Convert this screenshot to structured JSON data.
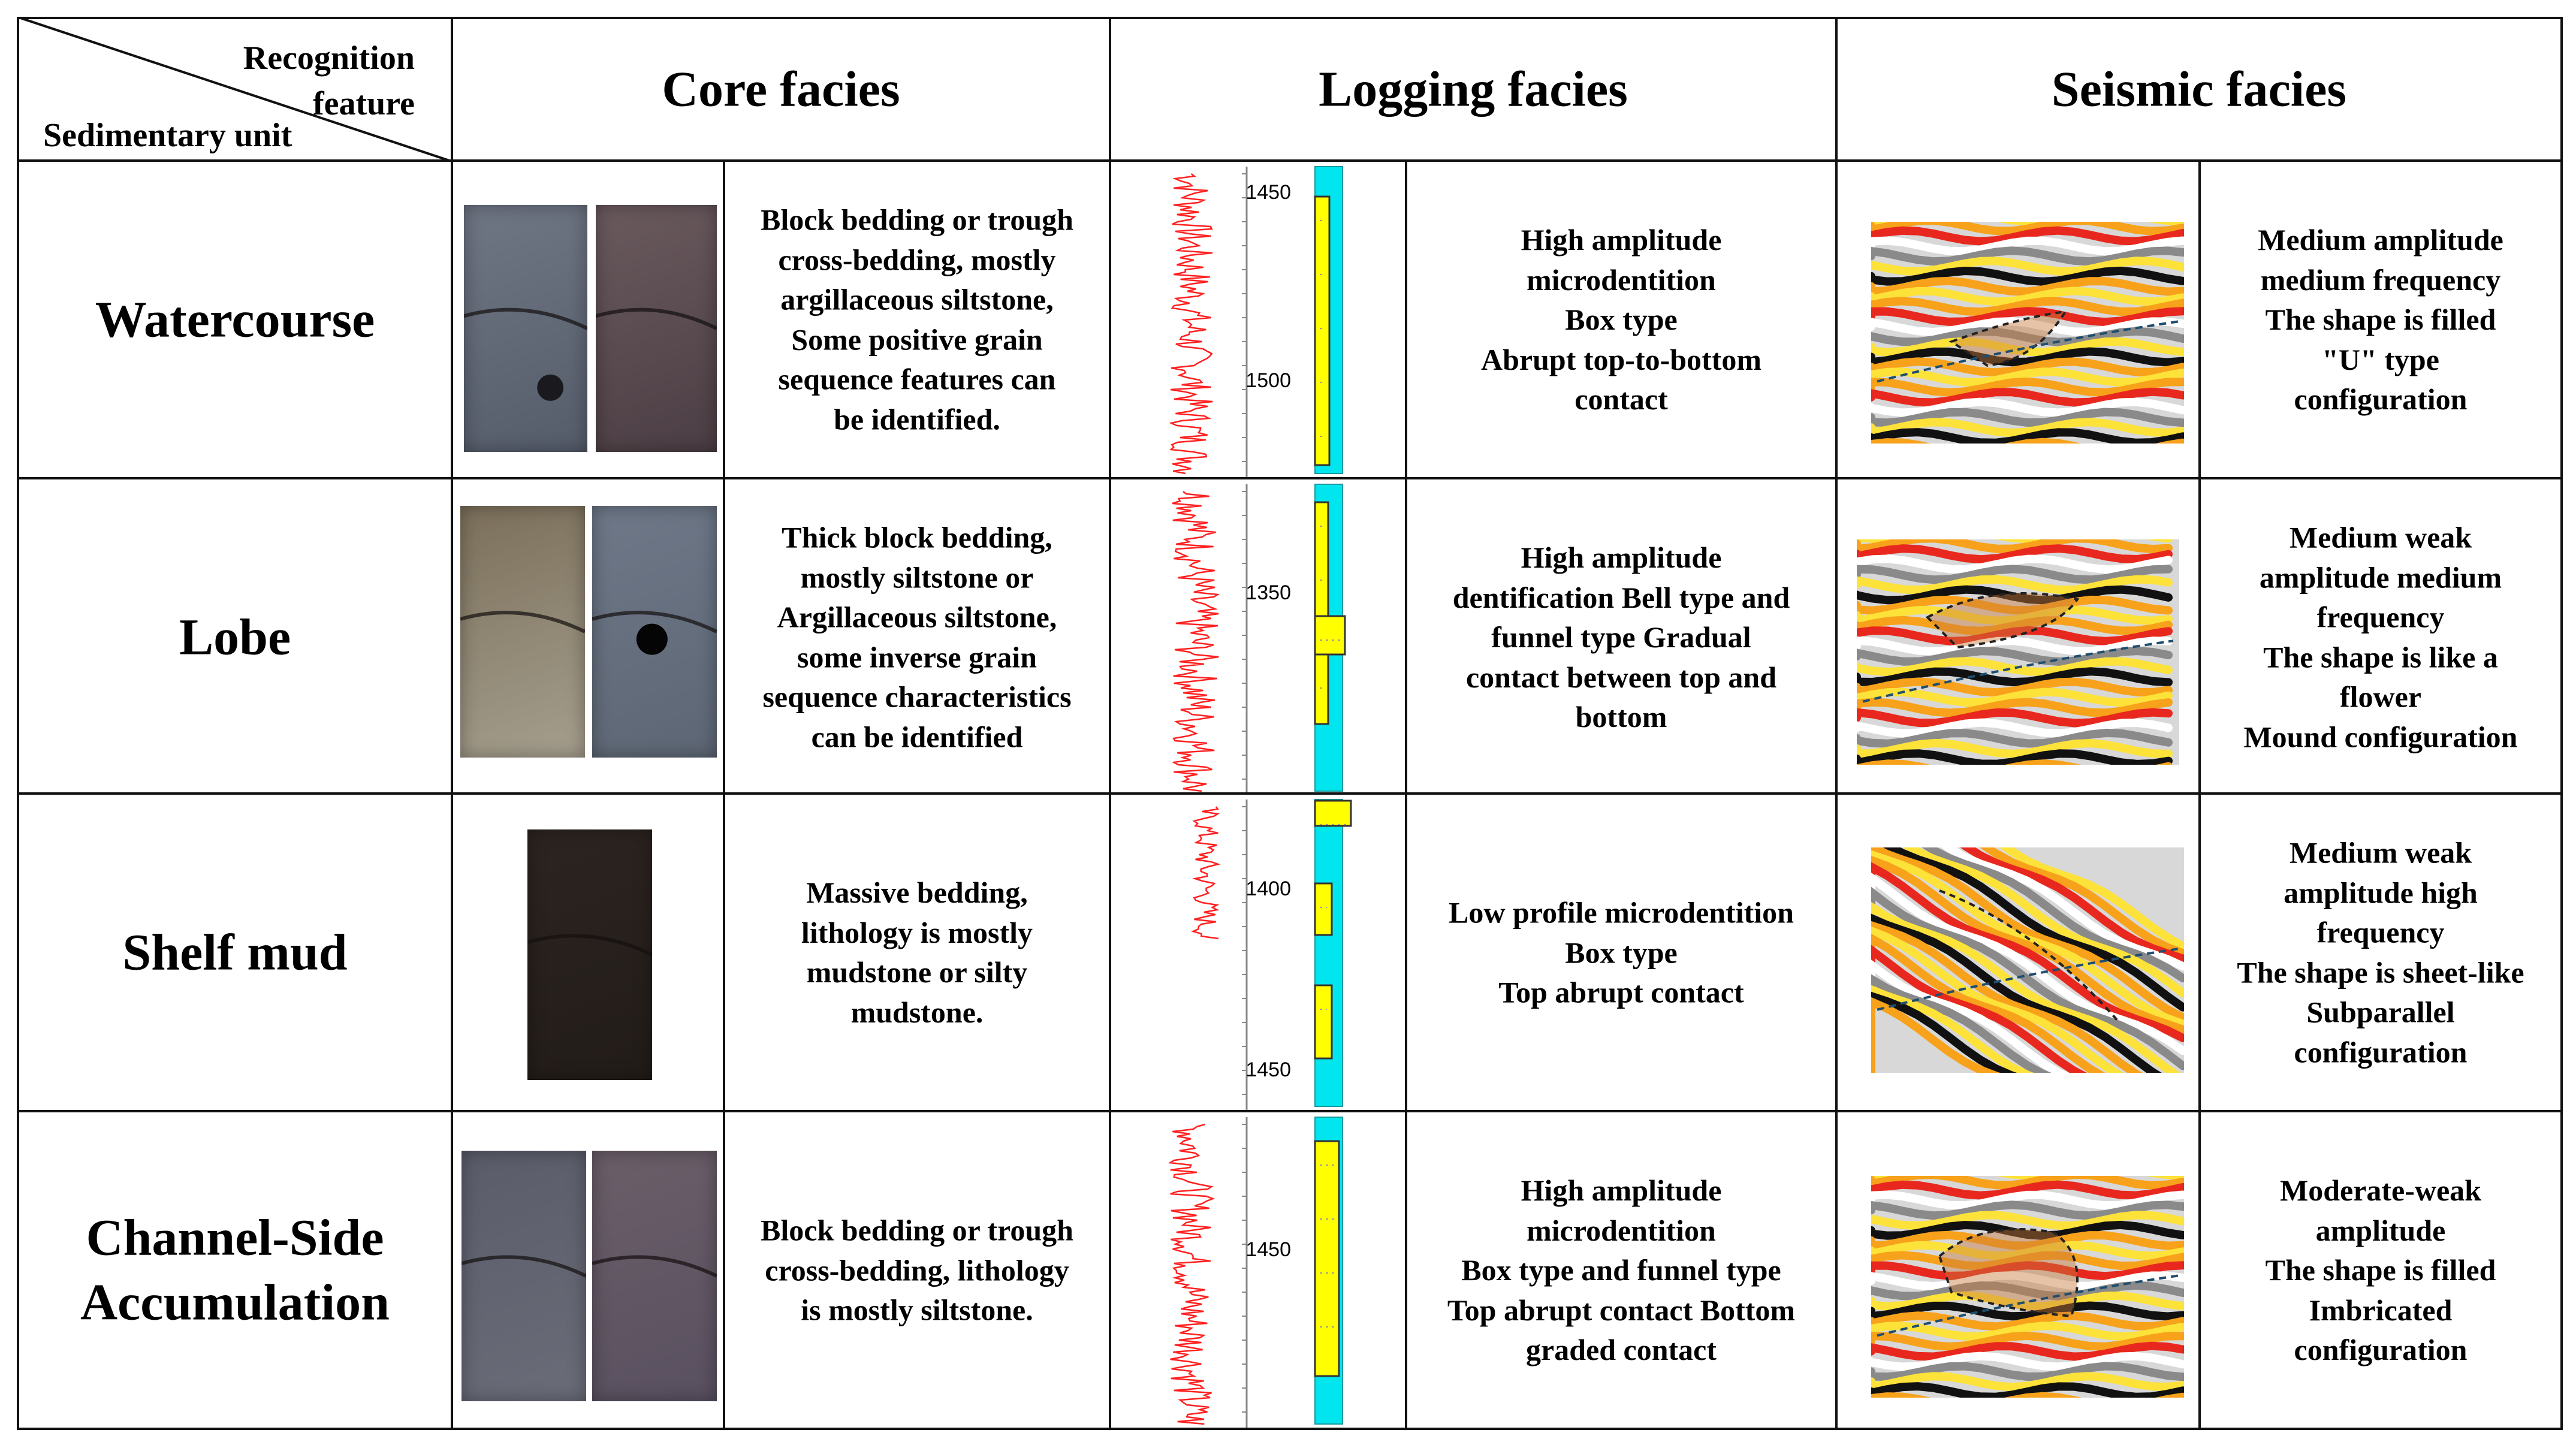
{
  "header": {
    "corner_top": "Recognition\nfeature",
    "corner_bottom": "Sedimentary unit",
    "core": "Core facies",
    "logging": "Logging facies",
    "seismic": "Seismic facies"
  },
  "rows": [
    {
      "unit": "Watercourse",
      "core_text": "Block bedding or trough\ncross-bedding, mostly\nargillaceous siltstone,\nSome positive grain\nsequence features can\nbe identified.",
      "log_text": "High amplitude\nmicrodentition\nBox type\nAbrupt top-to-bottom\ncontact",
      "seismic_text": "Medium amplitude\nmedium frequency\nThe shape is filled\n\"U\" type\nconfiguration",
      "depths": [
        "1450",
        "1500"
      ]
    },
    {
      "unit": "Lobe",
      "core_text": "Thick block bedding,\nmostly siltstone or\nArgillaceous siltstone,\nsome inverse grain\nsequence characteristics\ncan be identified",
      "log_text": "High amplitude\ndentification Bell type and\nfunnel type Gradual\ncontact between top and\nbottom",
      "seismic_text": "Medium weak\namplitude medium\nfrequency\nThe shape is like a\nflower\nMound configuration",
      "depths": [
        "1350"
      ]
    },
    {
      "unit": "Shelf mud",
      "core_text": "Massive bedding,\nlithology is mostly\nmudstone or silty\nmudstone.",
      "log_text": "Low profile microdentition\nBox type\nTop abrupt contact",
      "seismic_text": "Medium weak\namplitude high\nfrequency\nThe shape is sheet-like\nSubparallel\nconfiguration",
      "depths": [
        "1400",
        "1450"
      ]
    },
    {
      "unit": "Channel-Side\nAccumulation",
      "core_text": "Block bedding or trough\ncross-bedding, lithology\nis mostly siltstone.",
      "log_text": "High amplitude\nmicrodentition\nBox type and funnel type\nTop abrupt contact Bottom\ngraded contact",
      "seismic_text": "Moderate-weak\namplitude\nThe shape is filled\nImbricated\nconfiguration",
      "depths": [
        "1450"
      ]
    }
  ],
  "colors": {
    "sand": "#ffff00",
    "mud": "#00e5ee",
    "curve": "#ff2020",
    "seis_red": "#e8281e",
    "seis_orange": "#f7a21a",
    "seis_yellow": "#fde23a"
  }
}
